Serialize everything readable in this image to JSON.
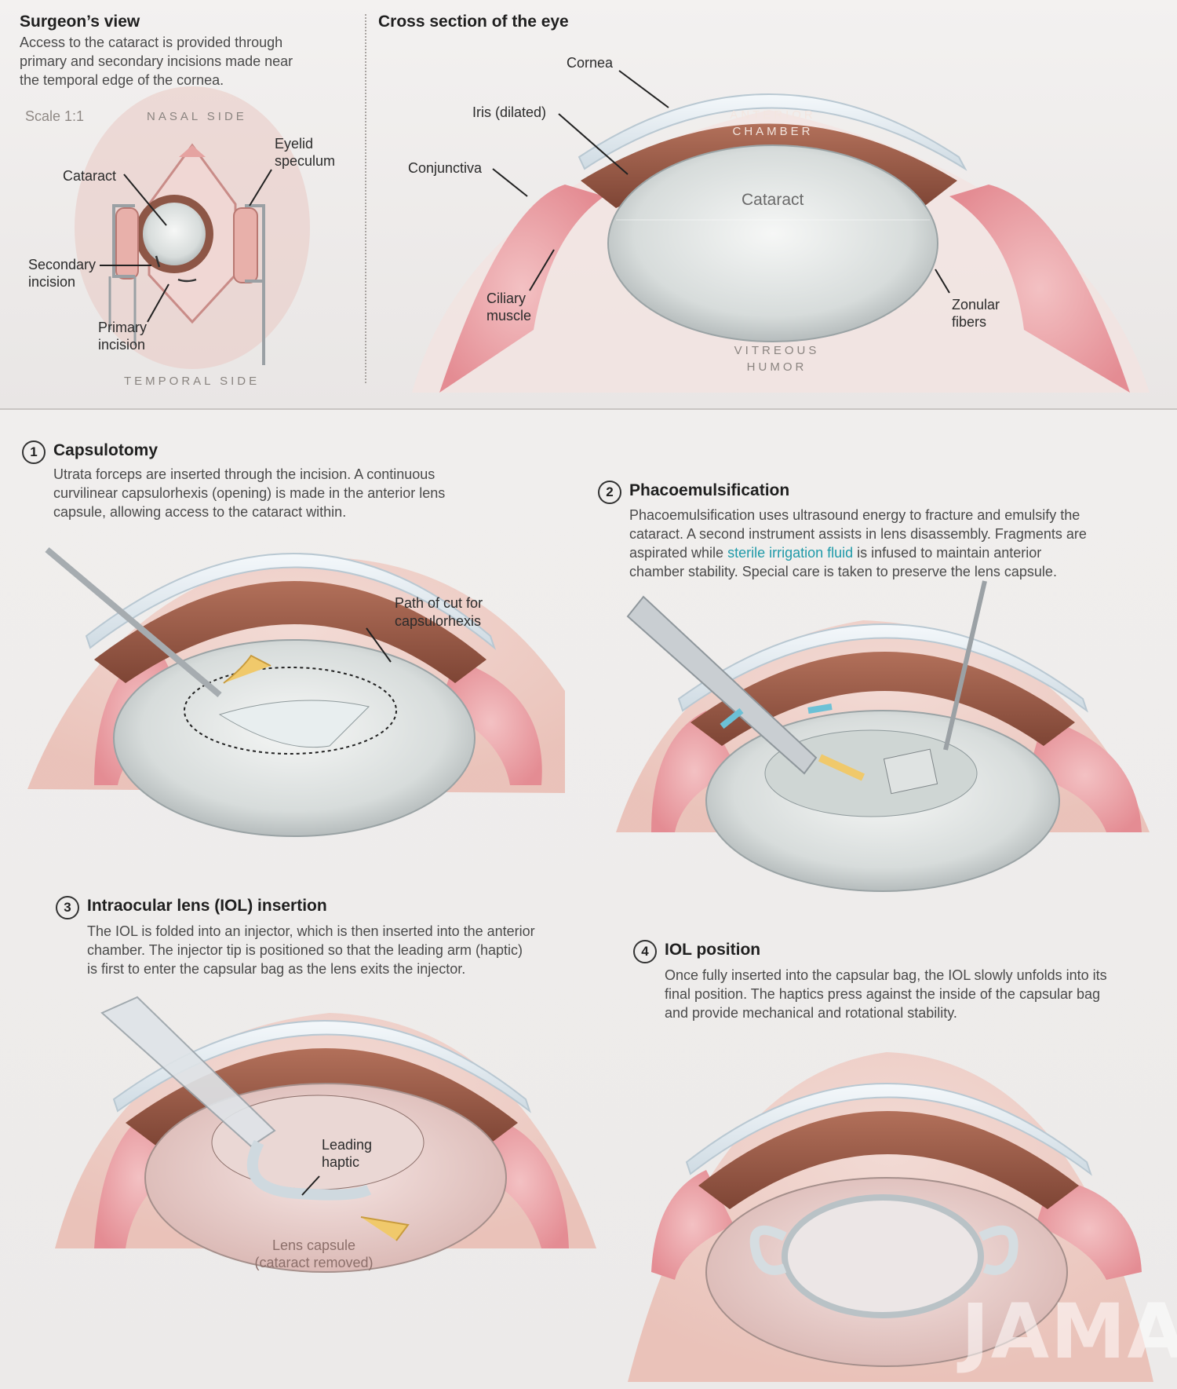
{
  "surgeon_view": {
    "title": "Surgeon’s view",
    "desc": [
      "Access to the cataract is provided through",
      "primary and secondary incisions made near",
      "the temporal edge of the cornea."
    ],
    "scale": "Scale 1:1",
    "nasal": "NASAL SIDE",
    "temporal": "TEMPORAL SIDE",
    "cataract": "Cataract",
    "speculum": [
      "Eyelid",
      "speculum"
    ],
    "secondary": [
      "Secondary",
      "incision"
    ],
    "primary": [
      "Primary",
      "incision"
    ]
  },
  "cross_section": {
    "title": "Cross section of the eye",
    "cornea": "Cornea",
    "iris": "Iris (dilated)",
    "conjunctiva": "Conjunctiva",
    "anterior": [
      "ANTERIOR",
      "CHAMBER"
    ],
    "cataract": "Cataract",
    "ciliary": [
      "Ciliary",
      "muscle"
    ],
    "zonular": [
      "Zonular",
      "fibers"
    ],
    "vitreous": [
      "VITREOUS",
      "HUMOR"
    ]
  },
  "steps": [
    {
      "num": "1",
      "title": "Capsulotomy",
      "desc": [
        "Utrata forceps are inserted through the incision. A continuous",
        "curvilinear capsulorhexis (opening) is made in the anterior lens",
        "capsule, allowing access to the cataract within."
      ],
      "label": [
        "Path of cut for",
        "capsulorhexis"
      ]
    },
    {
      "num": "2",
      "title": "Phacoemulsification",
      "desc_l1": "Phacoemulsification uses ultrasound energy to fracture and emulsify the",
      "desc_l2": "cataract. A second instrument assists in lens disassembly. Fragments are",
      "desc_l3a": "aspirated while ",
      "desc_l3b": "sterile irrigation fluid",
      "desc_l3c": " is infused to maintain anterior",
      "desc_l4": "chamber stability. Special care is taken to preserve the lens capsule."
    },
    {
      "num": "3",
      "title": "Intraocular lens (IOL) insertion",
      "desc": [
        "The IOL is folded into an injector, which is then inserted into the anterior",
        "chamber. The injector tip is positioned so that the leading arm (haptic)",
        "is first to enter the capsular bag as the lens exits the injector."
      ],
      "label": [
        "Leading",
        "haptic"
      ],
      "capsule": [
        "Lens capsule",
        "(cataract removed)"
      ]
    },
    {
      "num": "4",
      "title": "IOL position",
      "desc": [
        "Once fully inserted into the capsular bag, the IOL slowly unfolds into its",
        "final position. The haptics press against the inside of the capsular bag",
        "and provide mechanical and rotational stability."
      ]
    }
  ],
  "watermark": "JAMA",
  "colors": {
    "iris": "#9b5a44",
    "pink": "#e79aa1",
    "lens": "#d9dedd",
    "cornea": "#e6eef3",
    "accent": "#1f9aa8",
    "arrow": "#f0c96b"
  }
}
